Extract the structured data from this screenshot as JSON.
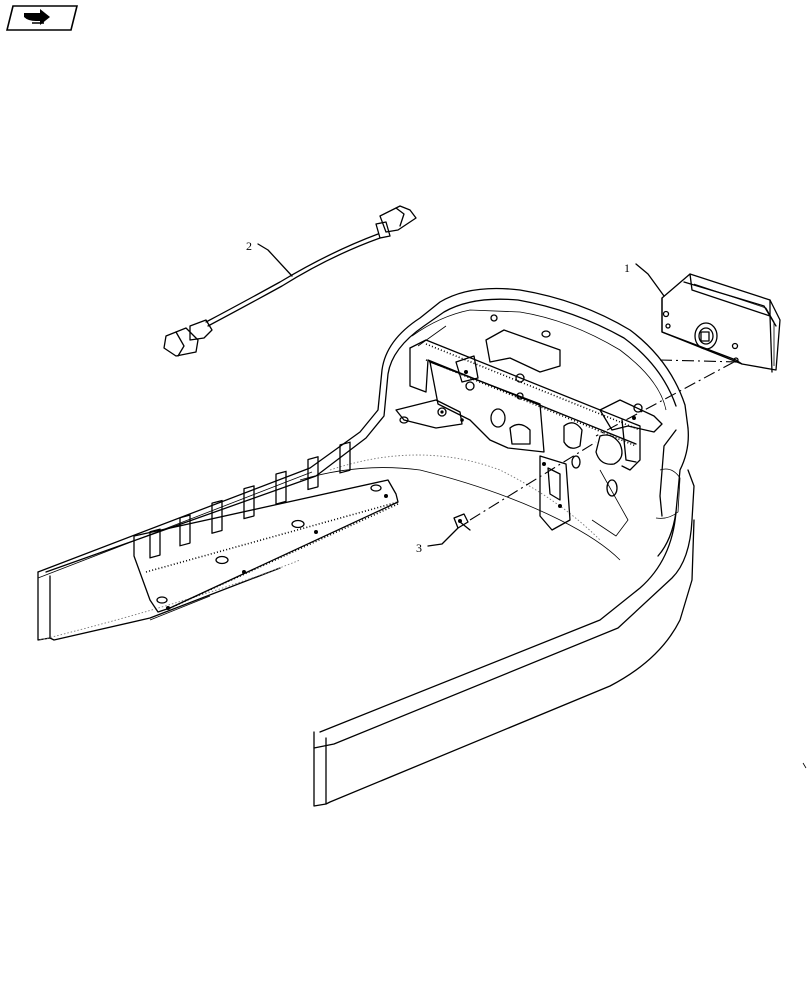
{
  "nav": {
    "icon": "next-page-arrow-icon"
  },
  "callouts": {
    "item1": {
      "number": "1"
    },
    "item2": {
      "number": "2"
    },
    "item3": {
      "number": "3"
    }
  }
}
